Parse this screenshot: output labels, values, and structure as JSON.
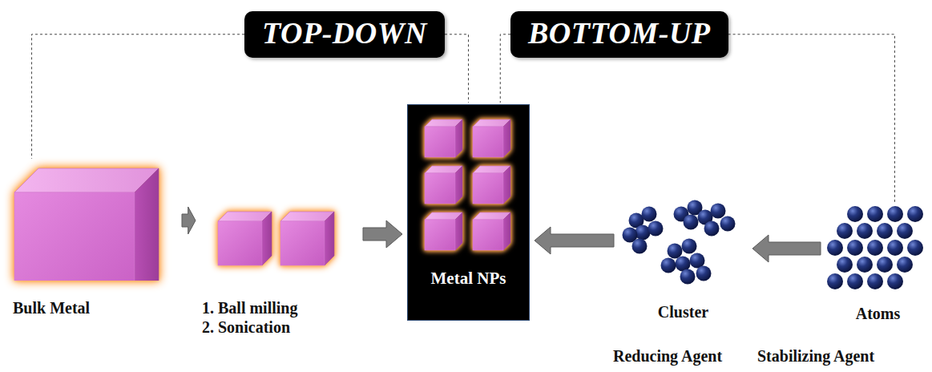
{
  "diagram": {
    "nodes": [
      {
        "text": [
          "TOP-DOWN"
        ]
      },
      {
        "text": [
          "BOTTOM-UP"
        ]
      },
      {
        "text": [
          "Bulk Metal"
        ]
      },
      {
        "text": [
          "1. Ball milling",
          "2. Sonication"
        ]
      },
      {
        "text": [
          "Metal NPs"
        ]
      },
      {
        "text": [
          "Cluster"
        ]
      },
      {
        "text": [
          "Atoms"
        ]
      }
    ],
    "edges": [
      {
        "from": 2,
        "to": 3,
        "arrow": "to"
      },
      {
        "from": 3,
        "to": 4,
        "arrow": "to"
      },
      {
        "from": 6,
        "to": 5,
        "arrow": "to"
      },
      {
        "from": 5,
        "to": 4,
        "arrow": "to"
      },
      {
        "from": 0,
        "to": 2,
        "arrow": "none"
      },
      {
        "from": 0,
        "to": 4,
        "arrow": "none"
      },
      {
        "from": 1,
        "to": 4,
        "arrow": "none"
      },
      {
        "from": 1,
        "to": 6,
        "arrow": "none"
      }
    ],
    "labels": [
      "Reducing Agent",
      "Stabilizing Agent"
    ]
  }
}
